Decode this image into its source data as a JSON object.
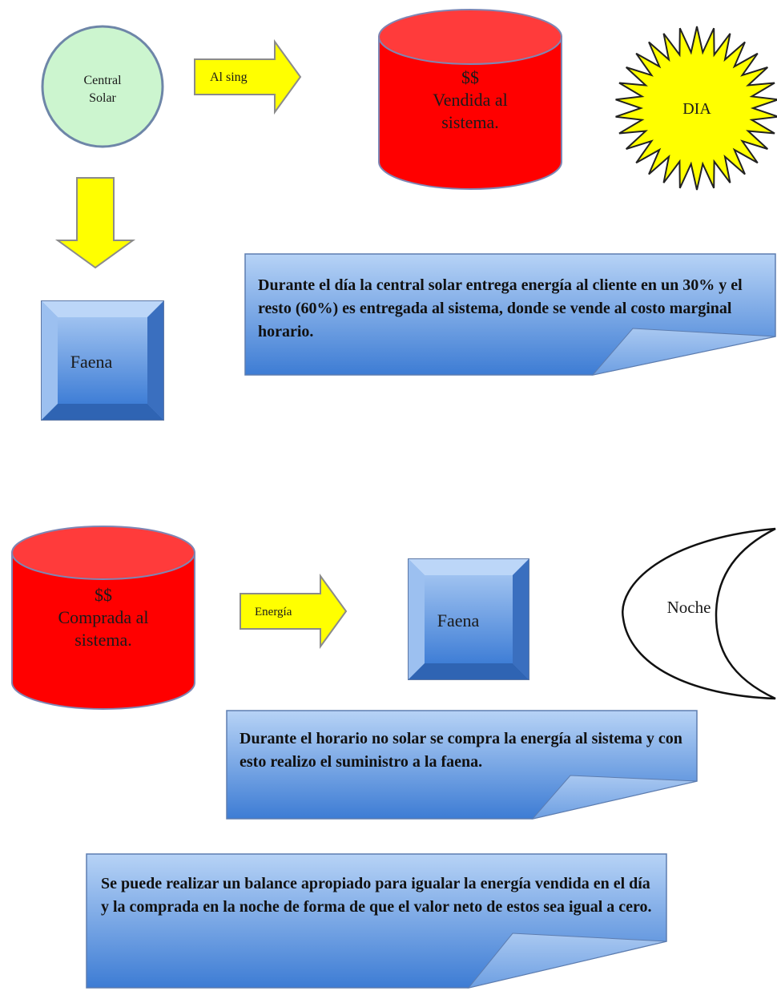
{
  "day": {
    "central_solar": [
      "Central",
      "Solar"
    ],
    "arrow_to_system": "Al sing",
    "sold_cylinder": [
      "$$",
      "Vendida al",
      "sistema."
    ],
    "sun": "DIA",
    "faena": "Faena",
    "note": "Durante el día la central solar entrega energía al cliente en un 30% y el resto (60%) es entregada al sistema, donde se vende al costo marginal horario."
  },
  "night": {
    "bought_cylinder": [
      "$$",
      "Comprada al",
      "sistema."
    ],
    "arrow_energy": "Energía",
    "faena": "Faena",
    "moon": "Noche",
    "note": "Durante el horario no solar se compra la energía al sistema y con esto realizo el suministro a la faena."
  },
  "balance_note": "Se puede realizar un balance apropiado para igualar la energía vendida en el día y la comprada en la noche de forma de que el valor neto de estos sea igual a cero.",
  "colors": {
    "circle_fill": "#ccf5cf",
    "circle_stroke": "#6e86a8",
    "arrow_fill": "#ffff00",
    "cylinder_fill": "#ff0000",
    "bevel_face": "#5f96dc",
    "callout_top": "#aecdf4",
    "callout_bottom": "#3f7fd6",
    "sun_fill": "#ffff00"
  }
}
